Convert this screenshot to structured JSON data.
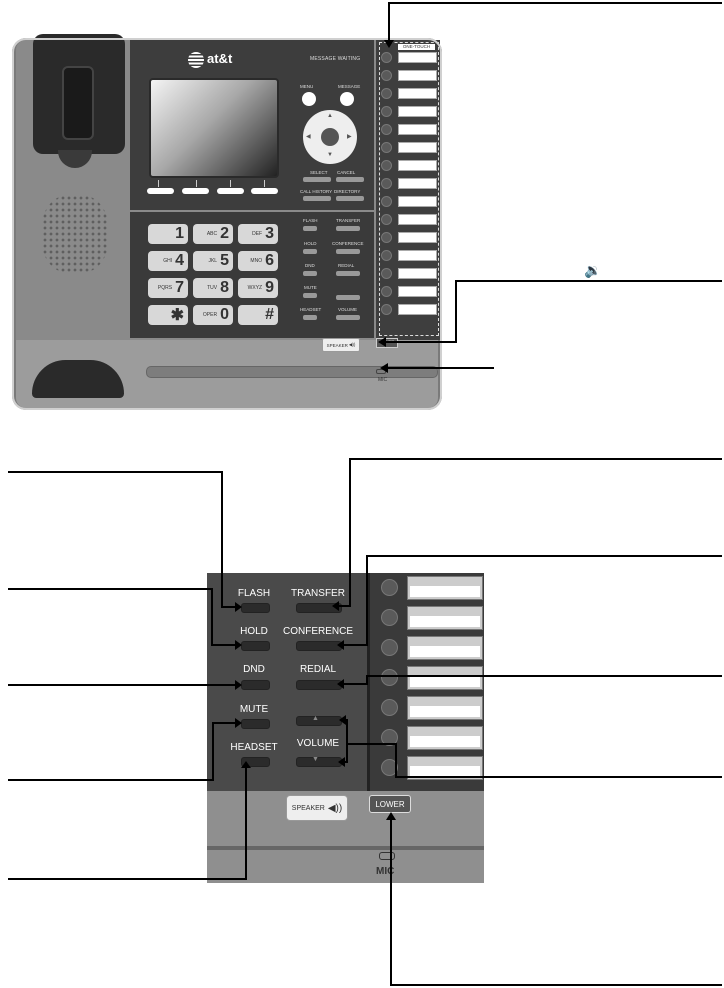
{
  "phone": {
    "brand": "at&t",
    "message_waiting_label": "MESSAGE WAITING",
    "one_touch_label": "ONE-TOUCH",
    "menu_label": "MENU",
    "message_label": "MESSAGE",
    "select_label": "SELECT",
    "cancel_label": "CANCEL",
    "call_history_label": "CALL HISTORY",
    "directory_label": "DIRECTORY",
    "func_labels": [
      "FLASH",
      "TRANSFER",
      "HOLD",
      "CONFERENCE",
      "DND",
      "REDIAL",
      "MUTE",
      "HEADSET",
      "VOLUME"
    ],
    "keys": [
      {
        "letters": "",
        "digit": "1"
      },
      {
        "letters": "ABC",
        "digit": "2"
      },
      {
        "letters": "DEF",
        "digit": "3"
      },
      {
        "letters": "GHI",
        "digit": "4"
      },
      {
        "letters": "JKL",
        "digit": "5"
      },
      {
        "letters": "MNO",
        "digit": "6"
      },
      {
        "letters": "PQRS",
        "digit": "7"
      },
      {
        "letters": "TUV",
        "digit": "8"
      },
      {
        "letters": "WXYZ",
        "digit": "9"
      },
      {
        "letters": "",
        "digit": "✱"
      },
      {
        "letters": "OPER",
        "digit": "0"
      },
      {
        "letters": "",
        "digit": "#"
      }
    ],
    "speaker_label": "SPEAKER",
    "lower_label": "LOWER",
    "mic_label": "MIC",
    "annotation_speaker_symbol": "🔉"
  },
  "detail": {
    "flash": "FLASH",
    "transfer": "TRANSFER",
    "hold": "HOLD",
    "conference": "CONFERENCE",
    "dnd": "DND",
    "redial": "REDIAL",
    "mute": "MUTE",
    "headset": "HEADSET",
    "volume": "VOLUME",
    "speaker": "SPEAKER",
    "lower": "LOWER",
    "mic": "MIC"
  },
  "icons": {
    "speaker": "speaker-icon",
    "volume_up": "triangle-up-icon",
    "volume_down": "triangle-down-icon"
  }
}
